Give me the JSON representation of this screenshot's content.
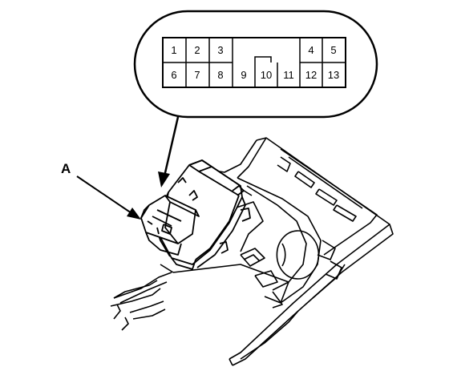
{
  "connector": {
    "top_row": [
      "1",
      "2",
      "3",
      "4",
      "5"
    ],
    "bottom_row": [
      "6",
      "7",
      "8",
      "9",
      "10",
      "11",
      "12",
      "13"
    ]
  },
  "callout": {
    "label": "A"
  },
  "colors": {
    "ink": "#000000",
    "paper": "#ffffff"
  }
}
